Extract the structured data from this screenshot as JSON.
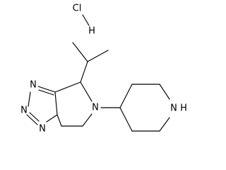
{
  "molecule": {
    "salt": {
      "chlorine": "Cl",
      "hydrogen": "H"
    },
    "atoms": {
      "n1": "N",
      "n2": "N",
      "n3": "N",
      "n4": "N",
      "n5": "N",
      "piperidine_nh": "N",
      "piperidine_h": "H"
    }
  }
}
